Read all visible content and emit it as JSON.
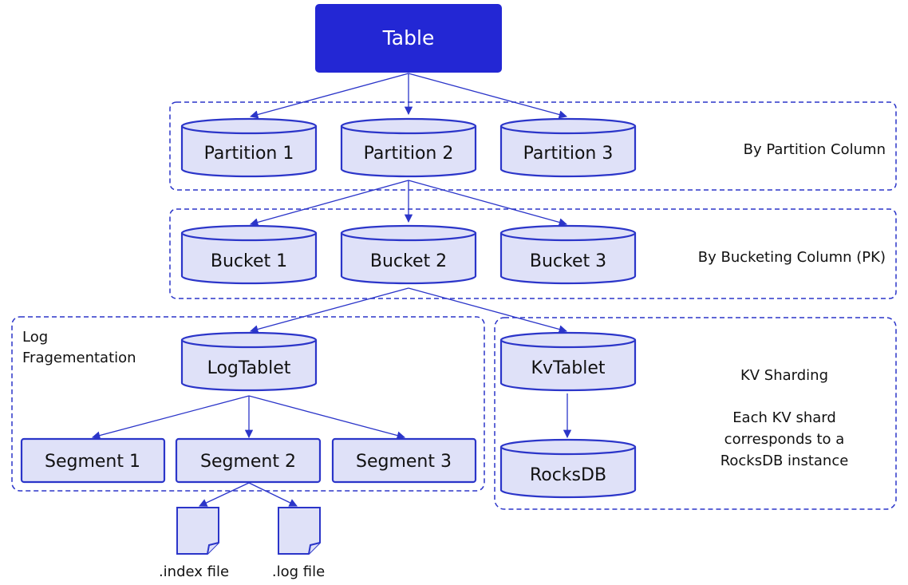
{
  "colors": {
    "accent": "#2327d4",
    "stroke": "#2b35c9",
    "node_fill": "#dfe1f8",
    "text": "#111111"
  },
  "root": {
    "label": "Table"
  },
  "partitions": {
    "items": [
      "Partition 1",
      "Partition 2",
      "Partition 3"
    ],
    "caption": "By Partition Column"
  },
  "buckets": {
    "items": [
      "Bucket 1",
      "Bucket 2",
      "Bucket 3"
    ],
    "caption": "By Bucketing Column (PK)"
  },
  "log_group": {
    "caption_lines": [
      "Log",
      "Fragementation"
    ],
    "tablet": "LogTablet",
    "segments": [
      "Segment 1",
      "Segment 2",
      "Segment 3"
    ],
    "files": [
      ".index file",
      ".log file"
    ]
  },
  "kv_group": {
    "title": "KV Sharding",
    "description_lines": [
      "Each KV shard",
      "corresponds to a",
      "RocksDB instance"
    ],
    "tablet": "KvTablet",
    "store": "RocksDB"
  }
}
